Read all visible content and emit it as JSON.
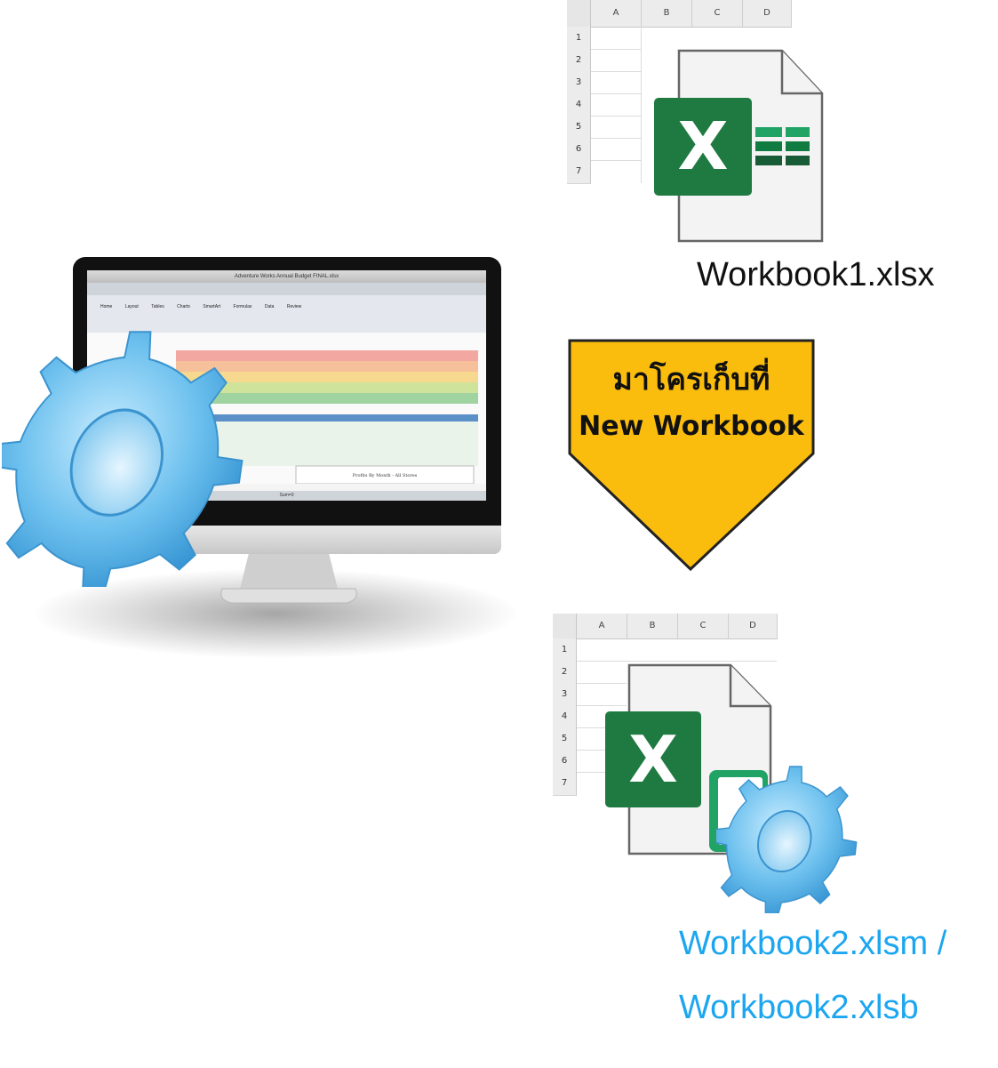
{
  "top_sheet": {
    "columns": [
      "A",
      "B",
      "C",
      "D"
    ],
    "rows": [
      "1",
      "2",
      "3",
      "4",
      "5",
      "6",
      "7"
    ]
  },
  "bottom_sheet": {
    "columns": [
      "A",
      "B",
      "C",
      "D"
    ],
    "rows": [
      "1",
      "2",
      "3",
      "4",
      "5",
      "6",
      "7"
    ]
  },
  "labels": {
    "source_file": "Workbook1.xlsx",
    "target_file_line1": "Workbook2.xlsm /",
    "target_file_line2": "Workbook2.xlsb"
  },
  "arrow": {
    "line1": "มาโครเก็บที่",
    "line2": "New Workbook",
    "fill_color": "#fbbd0d",
    "stroke_color": "#222222"
  },
  "monitor_screen": {
    "window_title": "Adventure Works Annual Budget FINAL.xlsx",
    "ribbon_tabs": [
      "Home",
      "Layout",
      "Tables",
      "Charts",
      "SmartArt",
      "Formulas",
      "Data",
      "Review"
    ],
    "chart_title": "Profits By Month - All Stores",
    "status_text": "Sum=0"
  },
  "icons": {
    "excel_logo_letter": "X",
    "excel_color": "#1f7a42",
    "gear_color": "#6cc0ee"
  }
}
